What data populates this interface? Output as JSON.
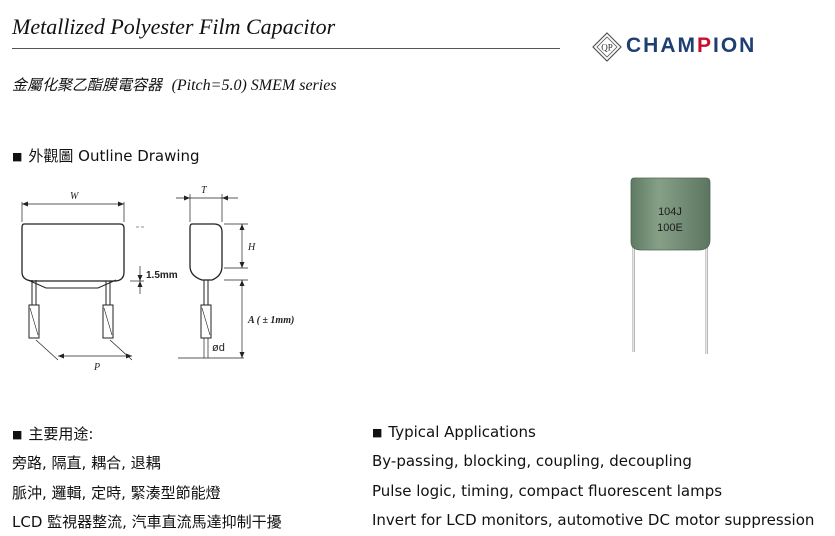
{
  "header": {
    "title": "Metallized Polyester Film Capacitor",
    "logo": {
      "badge": "QP",
      "brand_lead": "CHAM",
      "brand_accent": "P",
      "brand_tail": "ION",
      "primary_color": "#1e3f73",
      "accent_color": "#c8102e"
    },
    "subtitle_cn": "金屬化聚乙酯膜電容器",
    "subtitle_en": "(Pitch=5.0) SMEM series"
  },
  "outline": {
    "heading": "外觀圖  Outline Drawing",
    "labels": {
      "w": "W",
      "t": "T",
      "h": "H",
      "lead_gap": "1.5mm",
      "a": "A ( ± 1mm)",
      "d": "ød",
      "p": "P"
    }
  },
  "photo": {
    "marking_line1": "104J",
    "marking_line2": "100E",
    "body_color": "#6f8a72"
  },
  "applications_cn": {
    "heading": "主要用途:",
    "lines": [
      "旁路, 隔直, 耦合, 退耦",
      "脈沖, 邏輯, 定時, 緊湊型節能燈",
      "LCD 監視器整流, 汽車直流馬達抑制干擾"
    ]
  },
  "applications_en": {
    "heading": "Typical Applications",
    "lines": [
      "By-passing, blocking, coupling, decoupling",
      "Pulse logic, timing, compact fluorescent lamps",
      "Invert for LCD monitors, automotive DC motor suppression"
    ]
  }
}
